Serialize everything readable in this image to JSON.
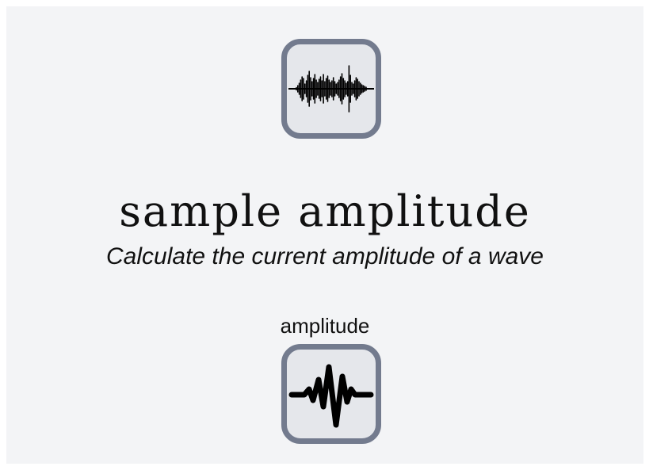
{
  "node": {
    "title": "sample amplitude",
    "description": "Calculate the current amplitude of a wave"
  },
  "input": {
    "icon": "waveform-icon"
  },
  "output": {
    "label": "amplitude",
    "icon": "pulse-icon"
  },
  "colors": {
    "background": "#f3f4f6",
    "icon_border": "#737b8e",
    "icon_fill": "#e5e7eb",
    "text": "#111111"
  }
}
